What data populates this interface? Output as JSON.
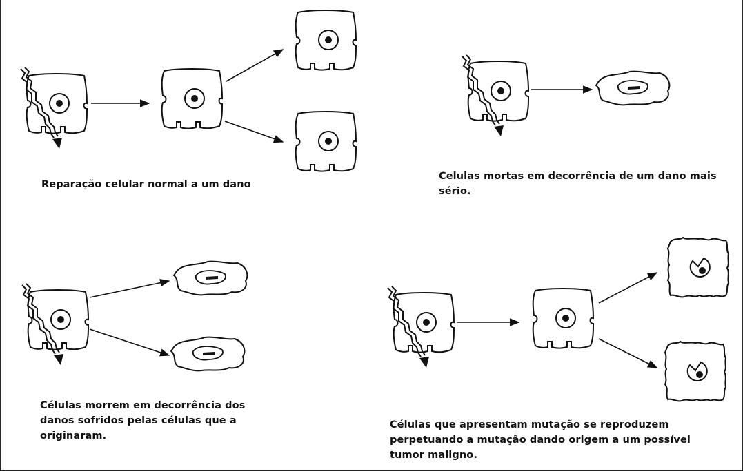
{
  "captions": {
    "normal_repair": "Reparação celular normal a um dano",
    "dead_cells": "Celulas mortas em decorrência de um dano mais sério.",
    "cells_die": "Células morrem em decorrência dos danos sofridos pelas células que a originaram.",
    "mutation": "Células que apresentam mutação se reproduzem perpetuando a mutação dando origem a um possível tumor maligno."
  },
  "colors": {
    "ink": "#111111",
    "background": "#ffffff",
    "frame": "#2a2a2a"
  }
}
